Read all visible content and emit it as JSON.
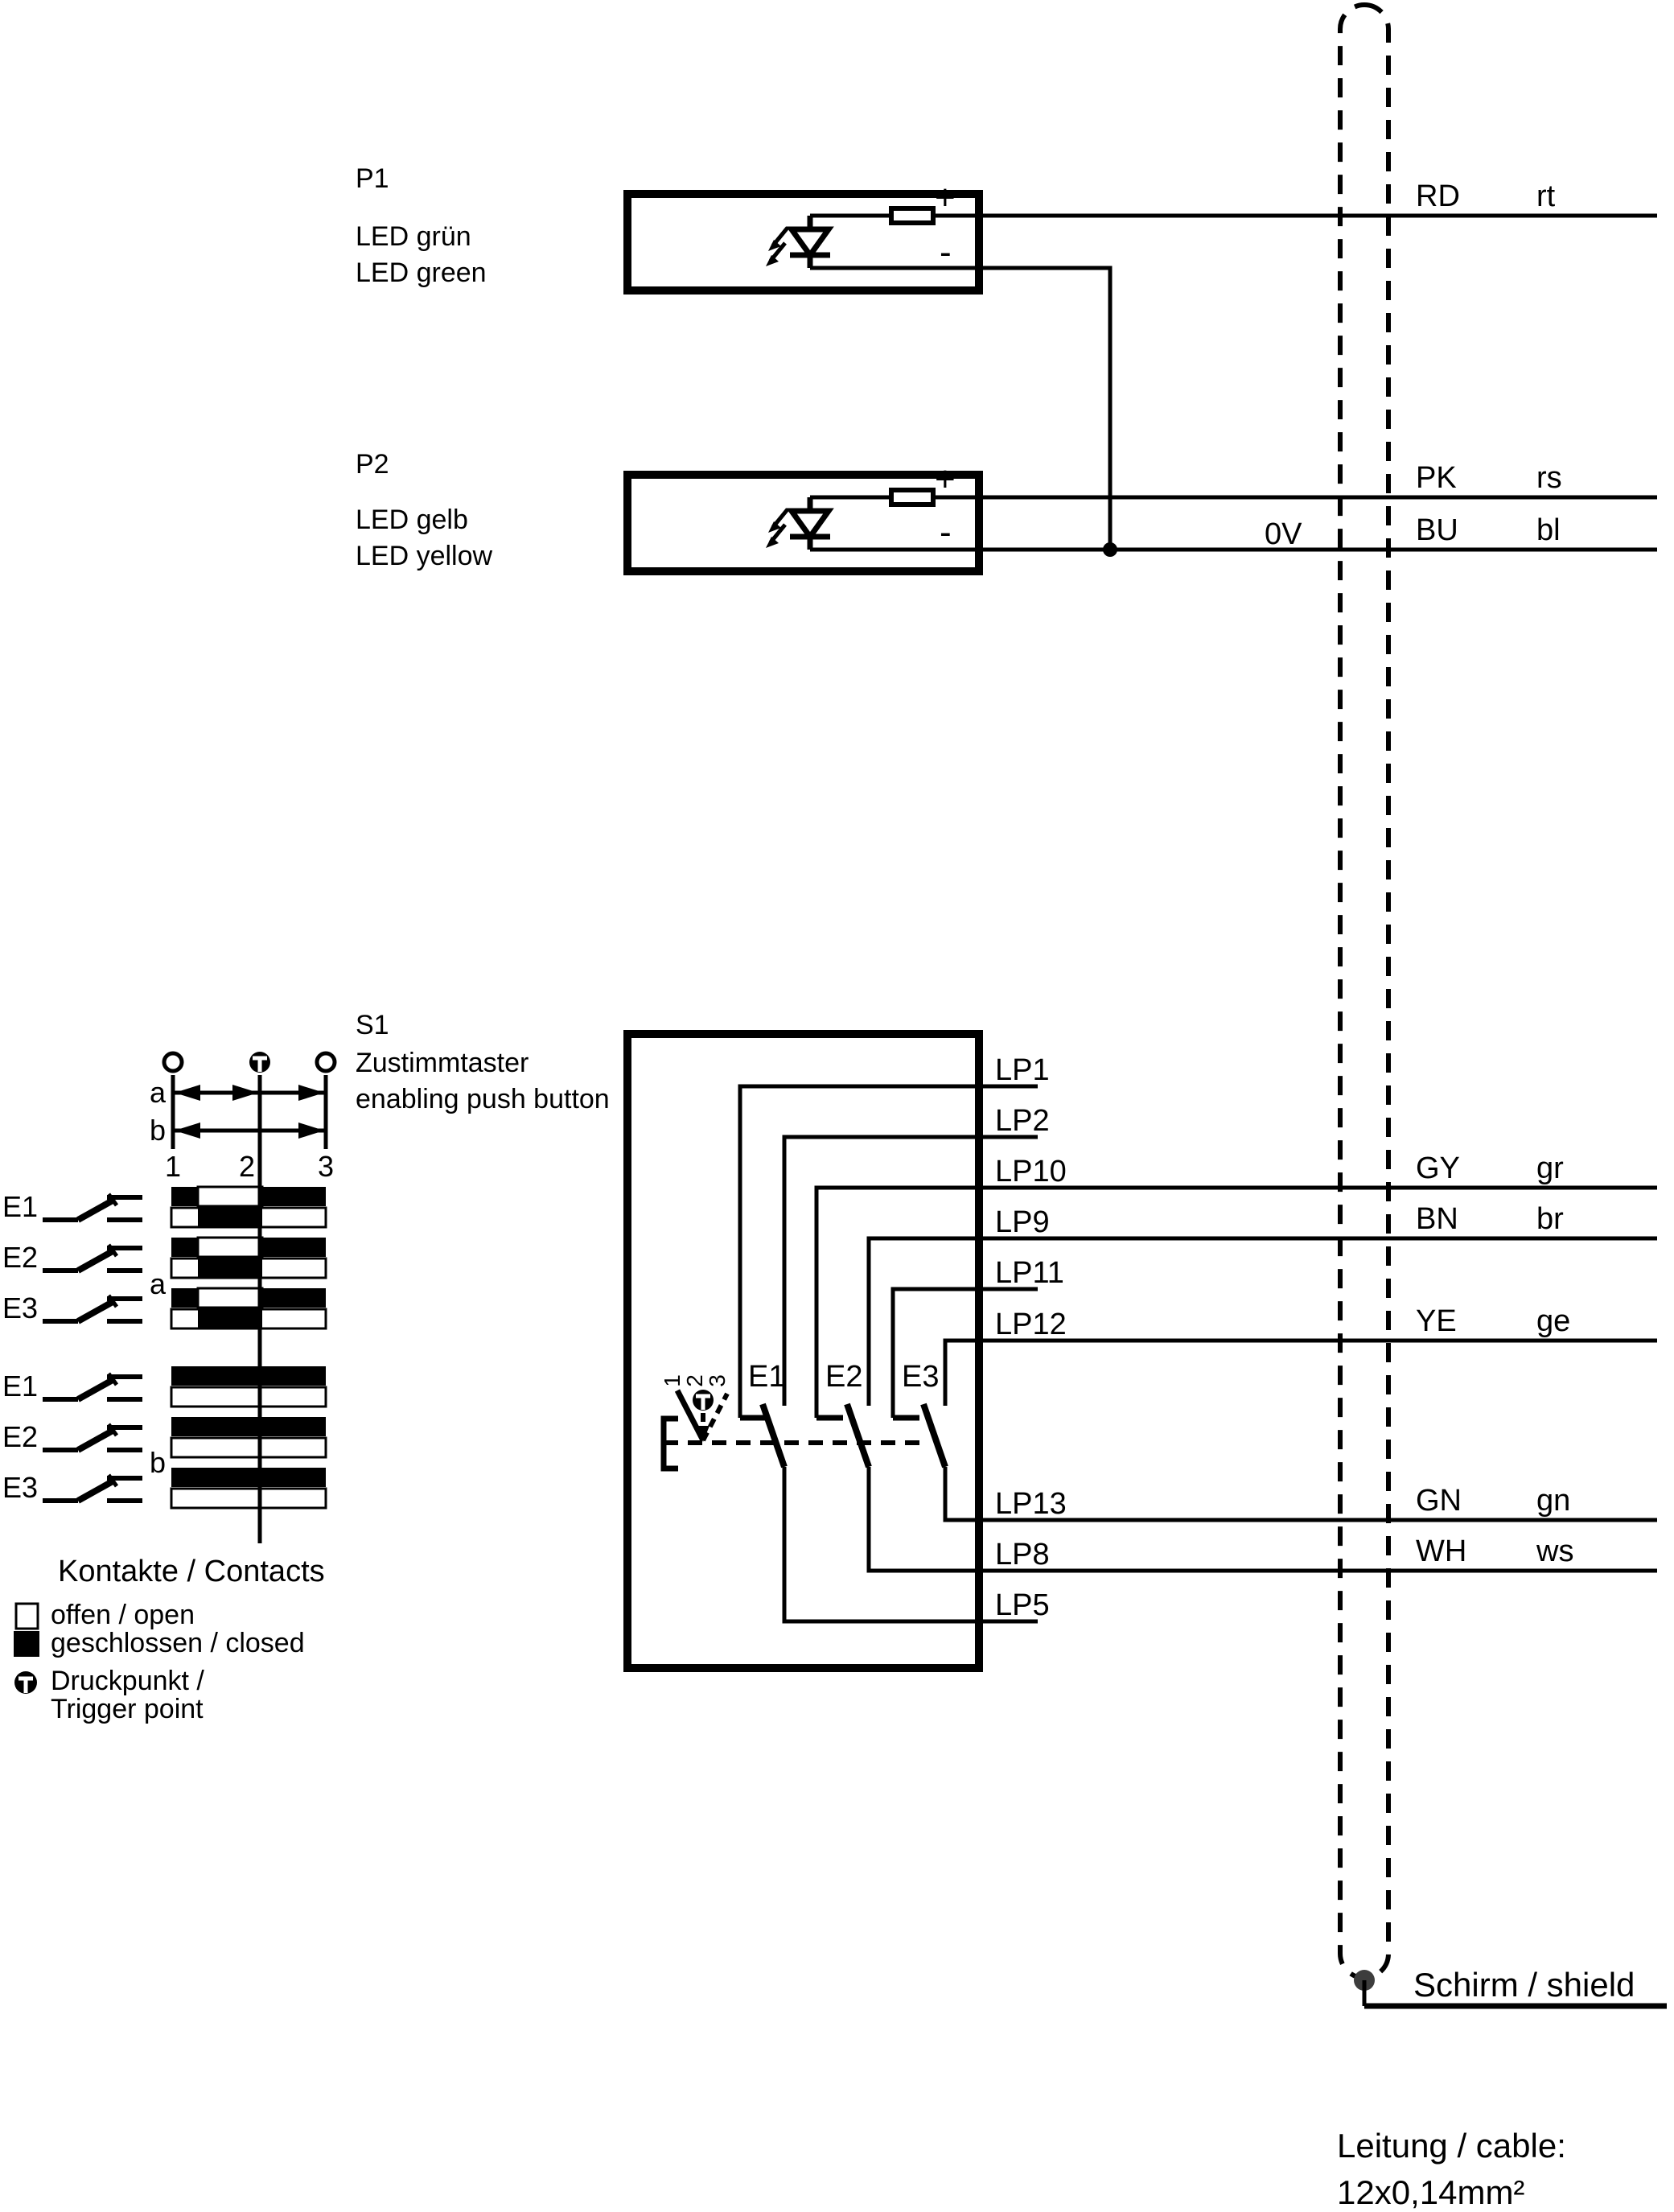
{
  "p1": {
    "ref": "P1",
    "label_de": "LED grün",
    "label_en": "LED green",
    "plus": "+",
    "minus": "-"
  },
  "p2": {
    "ref": "P2",
    "label_de": "LED gelb",
    "label_en": "LED yellow",
    "plus": "+",
    "minus": "-"
  },
  "power": {
    "zero_volt": "0V"
  },
  "s1": {
    "ref": "S1",
    "label_de": "Zustimmtaster",
    "label_en": "enabling push button",
    "contacts": [
      "E1",
      "E2",
      "E3"
    ],
    "positions": [
      "1",
      "2",
      "3"
    ],
    "terminals_top": [
      "LP1",
      "LP2",
      "LP10",
      "LP9",
      "LP11",
      "LP12"
    ],
    "terminals_bottom": [
      "LP13",
      "LP8",
      "LP5"
    ]
  },
  "cable": {
    "shield_label": "Schirm / shield",
    "spec_line1": "Leitung / cable:",
    "spec_line2": "12x0,14mm²",
    "wires": [
      {
        "code": "RD",
        "abbr": "rt"
      },
      {
        "code": "PK",
        "abbr": "rs"
      },
      {
        "code": "BU",
        "abbr": "bl"
      },
      {
        "code": "GY",
        "abbr": "gr"
      },
      {
        "code": "BN",
        "abbr": "br"
      },
      {
        "code": "YE",
        "abbr": "ge"
      },
      {
        "code": "GN",
        "abbr": "gn"
      },
      {
        "code": "WH",
        "abbr": "ws"
      }
    ]
  },
  "travel_diagram": {
    "dim_a": "a",
    "dim_b": "b",
    "positions": [
      "1",
      "2",
      "3"
    ]
  },
  "contact_states": {
    "title": "Kontakte / Contacts",
    "group_a_label": "a",
    "group_b_label": "b",
    "rows_a": [
      "E1",
      "E2",
      "E3"
    ],
    "rows_b": [
      "E1",
      "E2",
      "E3"
    ],
    "pattern_a": {
      "upper": [
        "closed",
        "open",
        "closed"
      ],
      "lower": [
        "open",
        "closed",
        "open"
      ]
    },
    "pattern_b": {
      "upper": [
        "closed"
      ],
      "lower": [
        "open"
      ]
    },
    "legend": {
      "open": "offen / open",
      "closed": "geschlossen / closed",
      "trigger_de": "Druckpunkt /",
      "trigger_en": "Trigger point"
    }
  },
  "colors": {
    "ink": "#000000",
    "paper": "#ffffff",
    "shield_dot": "#3d3d3d"
  }
}
